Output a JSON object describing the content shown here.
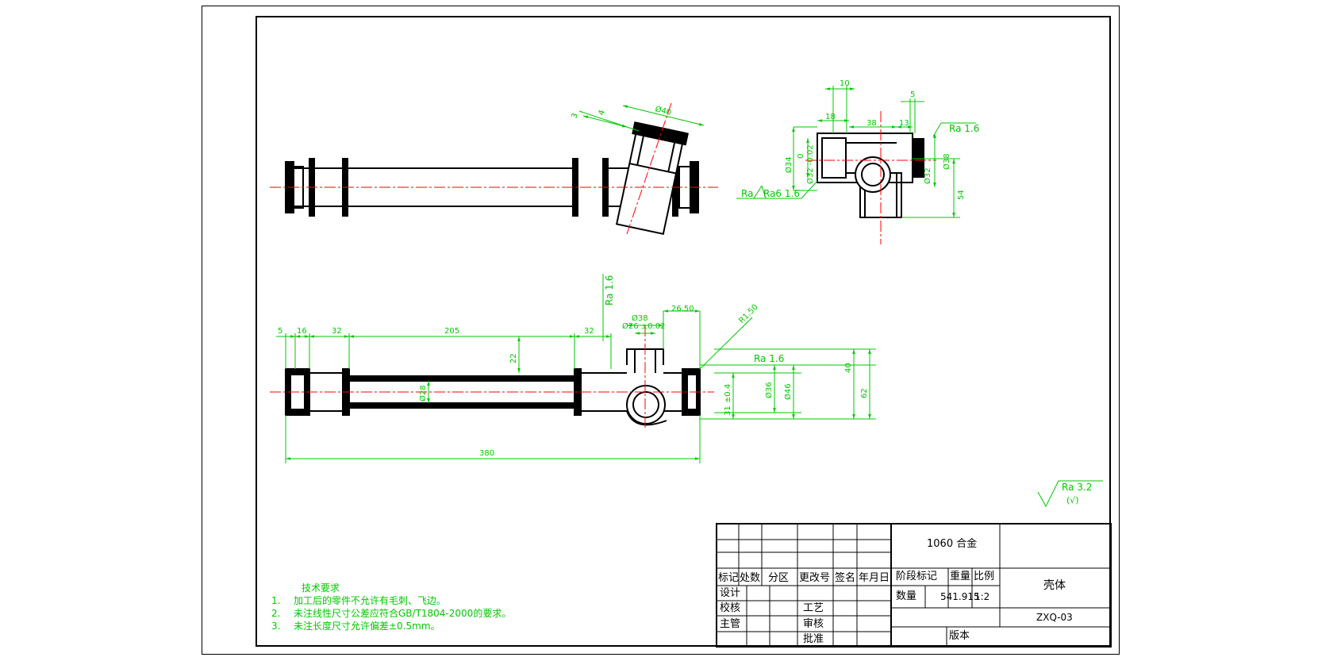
{
  "dimensions": {
    "top_left_1": "3",
    "top_left_2": "4",
    "top_dia40": "Ø40",
    "side_10": "10",
    "side_5": "5",
    "side_18": "18",
    "side_38": "38",
    "side_13": "13",
    "side_dia34": "Ø34",
    "side_dia32_tol": "Ø32 -0.02",
    "side_dia38": "Ø38",
    "side_dia32b": "Ø32",
    "side_54": "54",
    "side_0": "0",
    "main_16": "16",
    "main_32a": "32",
    "main_205": "205",
    "main_32b": "32",
    "main_22": "22",
    "main_dia28": "Ø28",
    "main_dia38": "Ø38",
    "main_dia26": "Ø26 ±0.02",
    "main_2650": "26.50",
    "main_r150": "R1.50",
    "main_dia36": "Ø36",
    "main_dia46": "Ø46",
    "main_31": "31 ±0.4",
    "main_40": "40",
    "main_62": "62",
    "main_380": "380",
    "main_5": "5"
  },
  "roughness": {
    "ra_label": "Ra",
    "ra_16": "Ra 1.6",
    "ra6_16": "Ra6 1.6",
    "ra_side": "Ra 1.6",
    "ra_main_top": "Ra 1.6",
    "ra_main_right": "Ra 1.6",
    "general": "Ra 3.2",
    "general_sub": "(√)"
  },
  "notes": {
    "title": "技术要求",
    "items": [
      {
        "num": "1.",
        "text": "加工后的零件不允许有毛刺、飞边。"
      },
      {
        "num": "2.",
        "text": "未注线性尺寸公差应符合GB/T1804-2000的要求。"
      },
      {
        "num": "3.",
        "text": "未注长度尺寸允许偏差±0.5mm。"
      }
    ]
  },
  "title_block": {
    "material": "1060 合金",
    "part_name": "壳体",
    "drawing_no": "ZXQ-03",
    "headers": [
      "标记",
      "处数",
      "分区",
      "更改号",
      "签名",
      "年月日"
    ],
    "design": "设计",
    "check": "校核",
    "process": "工艺",
    "chief": "主管",
    "review": "审核",
    "approve": "批准",
    "stage_mark": "阶段标记",
    "weight": "重量",
    "scale": "比例",
    "quantity": "数量",
    "weight_value": "541.915",
    "scale_value": "1:2",
    "version": "版本"
  },
  "colors": {
    "outline": "#000000",
    "dimension": "#00c800",
    "centerline": "#ff0000"
  }
}
